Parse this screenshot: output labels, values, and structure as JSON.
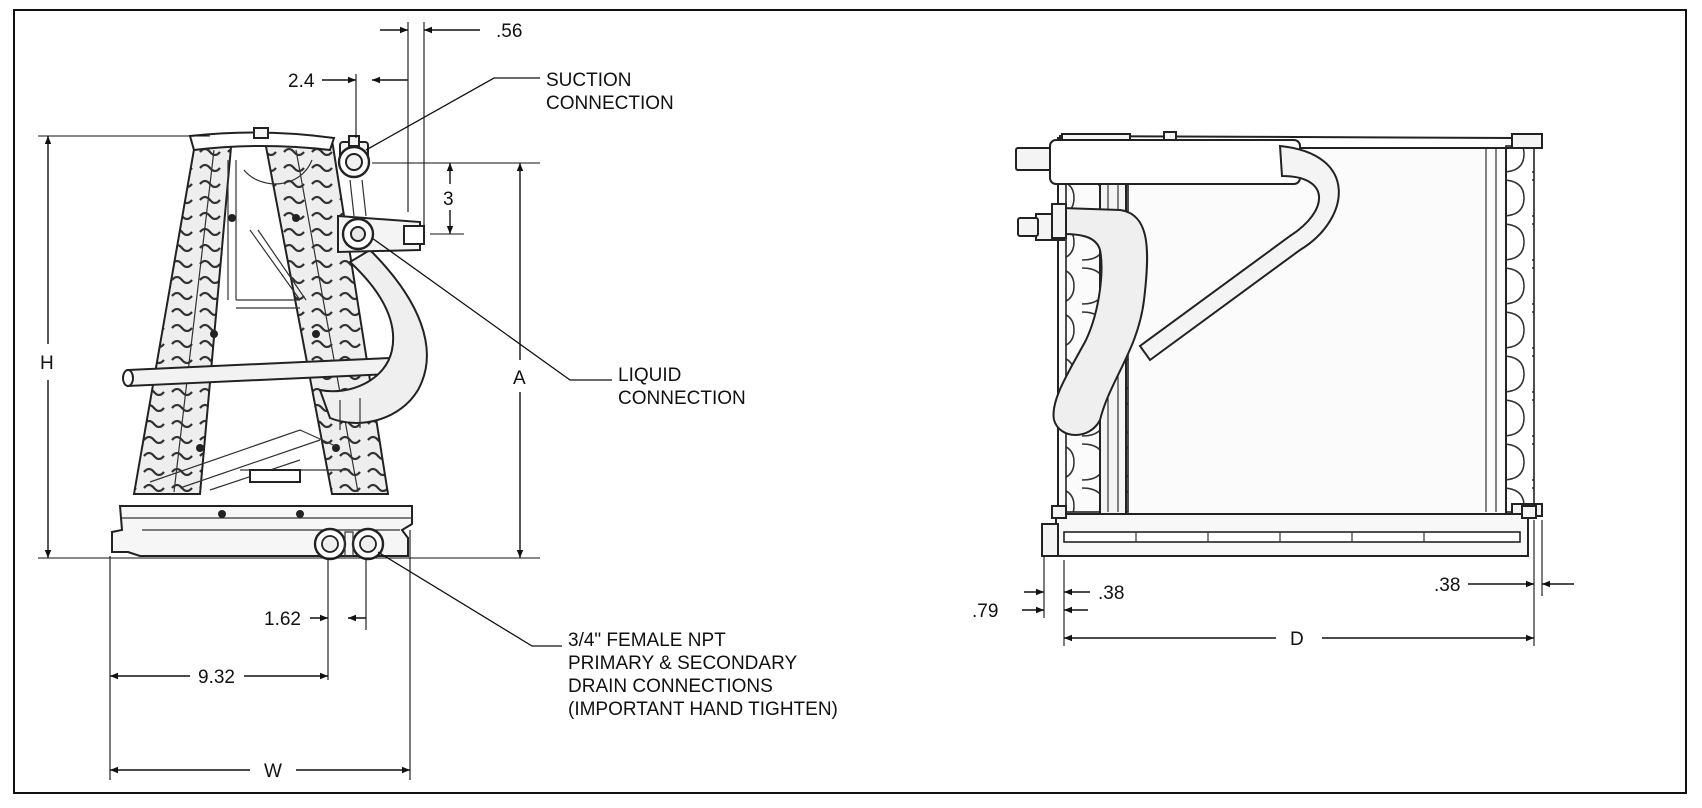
{
  "dimensions": {
    "left_view": {
      "suction_offset": ".56",
      "suction_horizontal": "2.4",
      "connection_spacing": "3",
      "height": "H",
      "connection_height": "A",
      "drain_spacing": "1.62",
      "drain_offset": "9.32",
      "width": "W"
    },
    "right_view": {
      "flange_front": ".79",
      "flange_inner": ".38",
      "flange_rear": ".38",
      "depth": "D"
    }
  },
  "callouts": {
    "suction": [
      "SUCTION",
      "CONNECTION"
    ],
    "liquid": [
      "LIQUID",
      "CONNECTION"
    ],
    "drain": [
      "3/4\" FEMALE NPT",
      "PRIMARY & SECONDARY",
      "DRAIN CONNECTIONS",
      "(IMPORTANT HAND TIGHTEN)"
    ]
  }
}
